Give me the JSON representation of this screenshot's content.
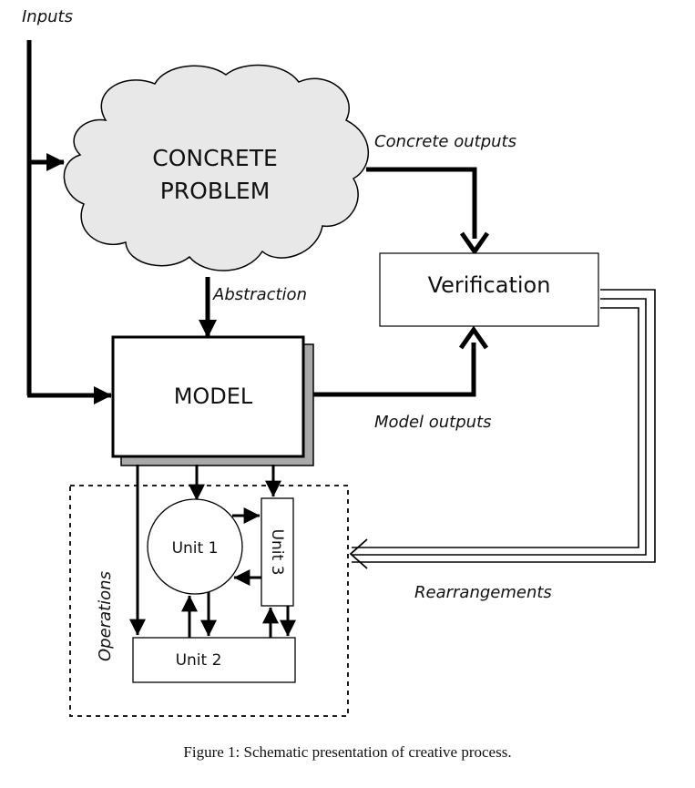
{
  "labels": {
    "inputs": "Inputs",
    "concrete_outputs": "Concrete outputs",
    "abstraction": "Abstraction",
    "model_outputs": "Model outputs",
    "rearrangements": "Rearrangements",
    "operations": "Operations"
  },
  "nodes": {
    "problem_line1": "CONCRETE",
    "problem_line2": "PROBLEM",
    "verification": "Verification",
    "model": "MODEL",
    "unit1": "Unit 1",
    "unit2": "Unit 2",
    "unit3": "Unit 3"
  },
  "caption": "Figure 1: Schematic presentation of creative process."
}
